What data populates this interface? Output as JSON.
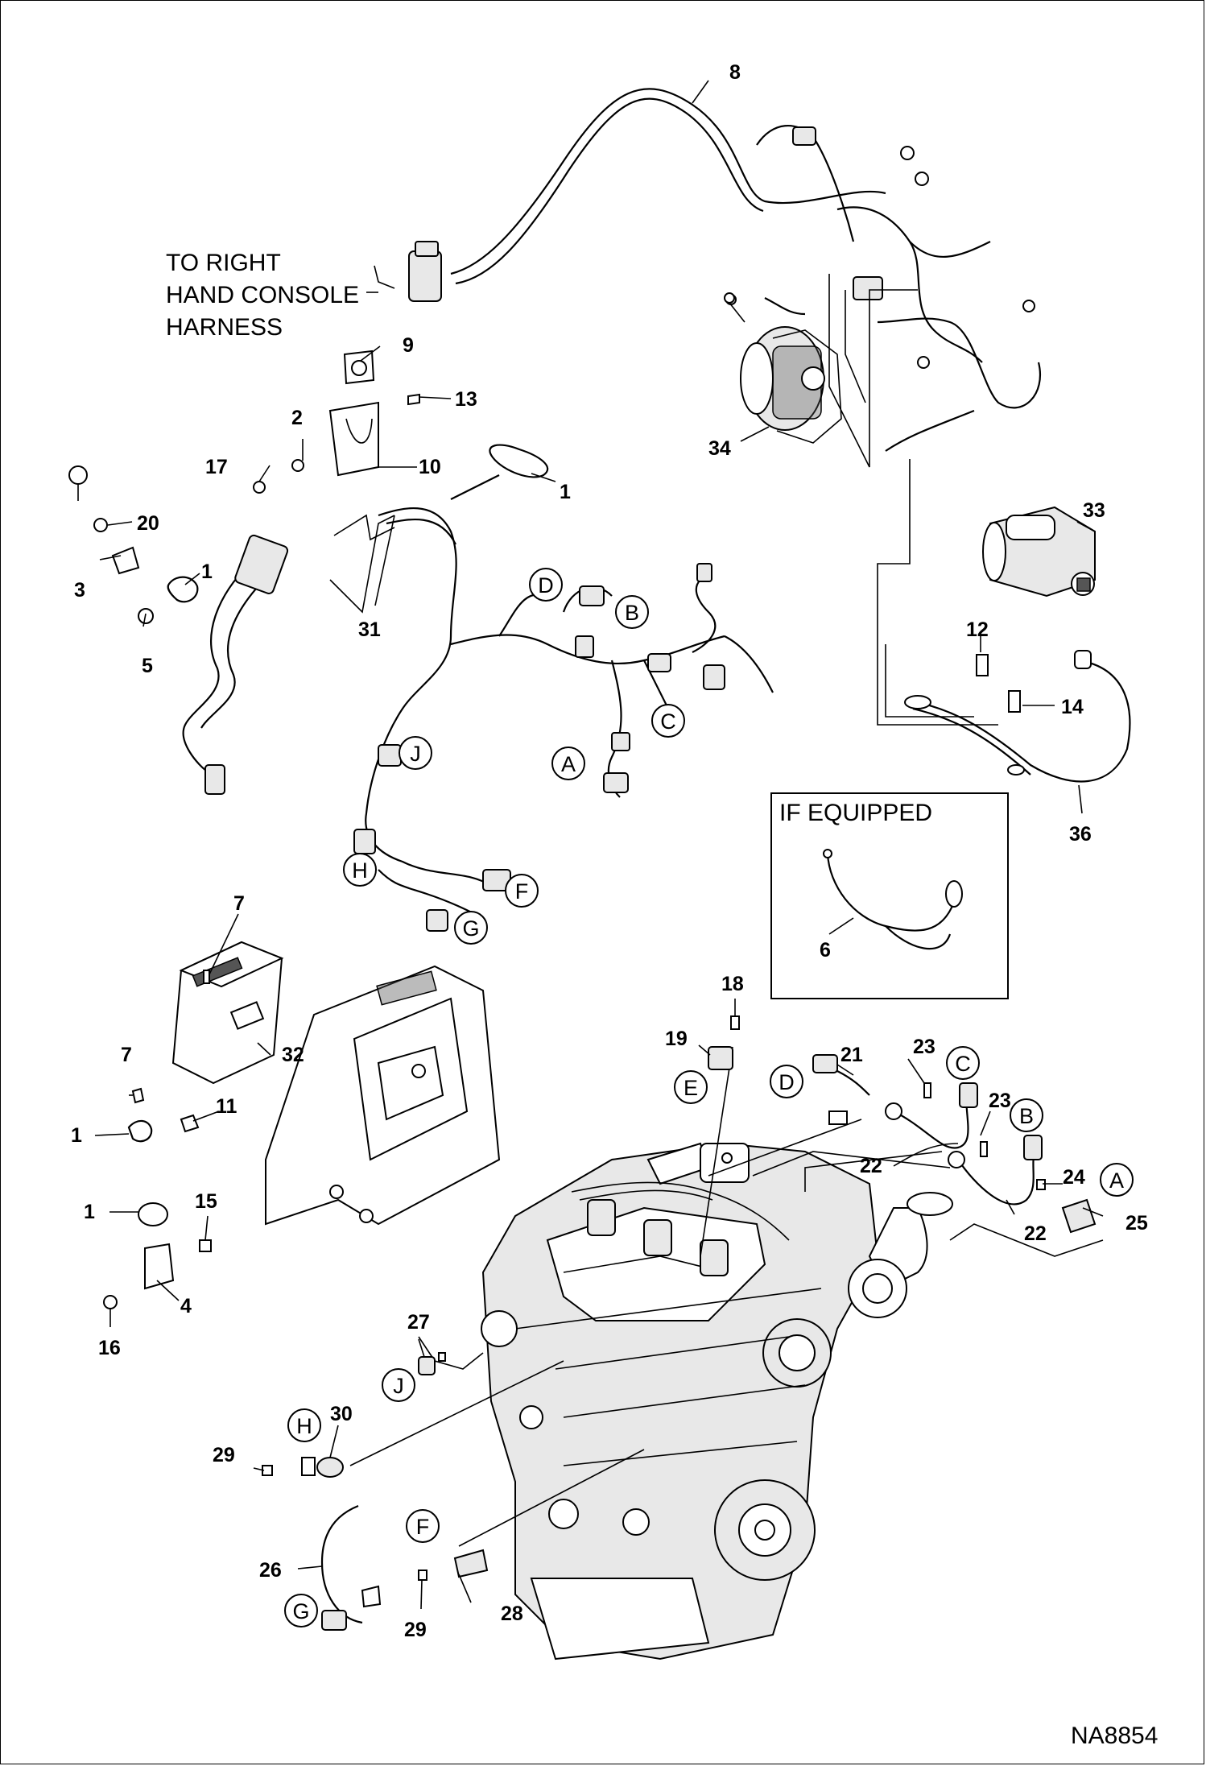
{
  "diagram": {
    "drawing_id": "NA8854",
    "note_right_console": [
      "TO RIGHT",
      "HAND CONSOLE",
      "HARNESS"
    ],
    "if_equipped_title": "IF EQUIPPED",
    "callouts": {
      "c8": "8",
      "c9": "9",
      "c13": "13",
      "c2": "2",
      "c17": "17",
      "c10": "10",
      "c1a": "1",
      "c1b": "1",
      "c1c": "1",
      "c1d": "1",
      "c20": "20",
      "c3": "3",
      "c5": "5",
      "c31": "31",
      "c34": "34",
      "c33": "33",
      "c12": "12",
      "c14": "14",
      "c36": "36",
      "c6": "6",
      "c7a": "7",
      "c7b": "7",
      "c32": "32",
      "c11": "11",
      "c15": "15",
      "c4": "4",
      "c16": "16",
      "c18": "18",
      "c19": "19",
      "c21": "21",
      "c23a": "23",
      "c23b": "23",
      "c22a": "22",
      "c22b": "22",
      "c24": "24",
      "c25": "25",
      "c27": "27",
      "c30": "30",
      "c29a": "29",
      "c29b": "29",
      "c26": "26",
      "c28": "28"
    },
    "letters": {
      "hD": "D",
      "hB": "B",
      "hC": "C",
      "hA": "A",
      "hJ": "J",
      "hH": "H",
      "hF": "F",
      "hG": "G",
      "sE": "E",
      "sD": "D",
      "sC": "C",
      "sB": "B",
      "sA": "A",
      "sJ": "J",
      "sH": "H",
      "sF": "F",
      "sG": "G"
    }
  }
}
